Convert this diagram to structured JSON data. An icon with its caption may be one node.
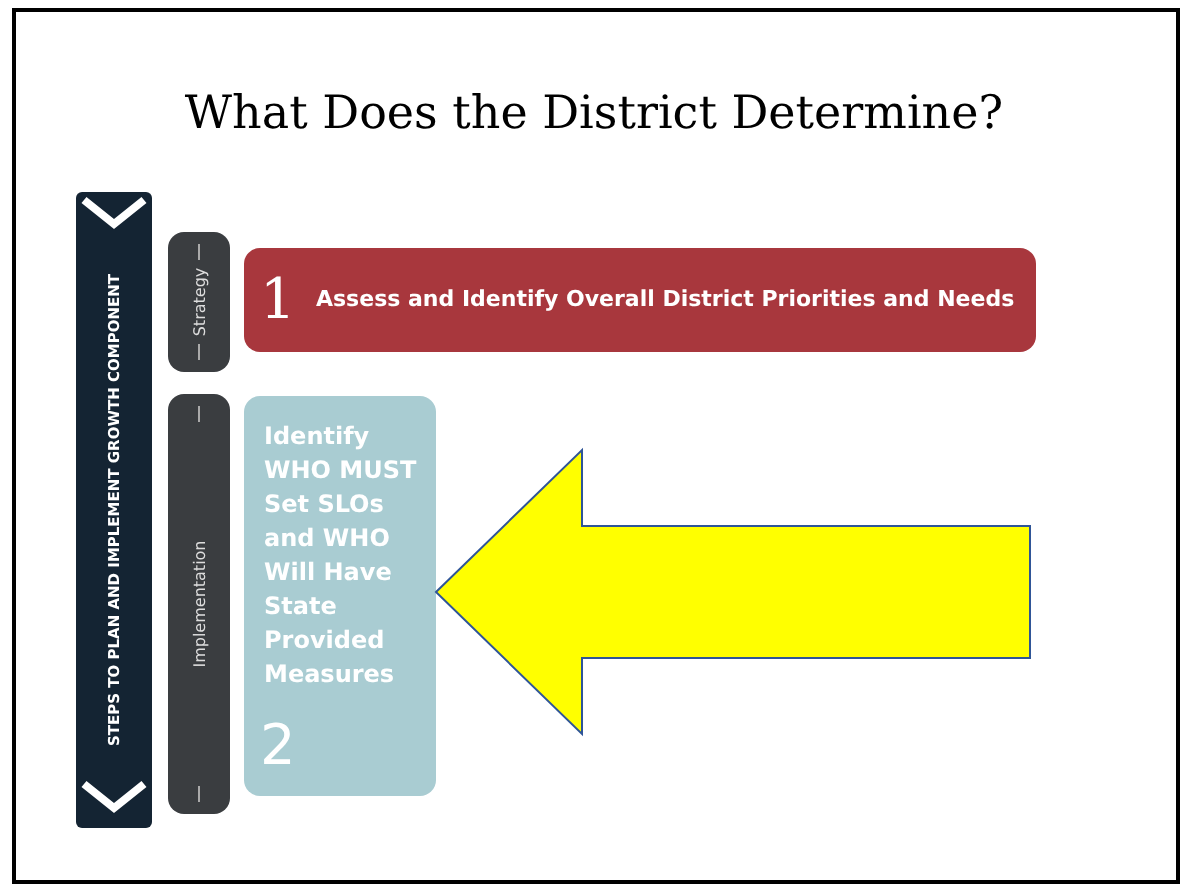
{
  "diagram": {
    "title": "What Does the District Determine?",
    "nodes": [
      {
        "text": [
          "STEPS TO PLAN AND IMPLEMENT GROWTH COMPONENT"
        ]
      },
      {
        "text": [
          "Strategy"
        ]
      },
      {
        "text": [
          "1",
          "Assess and Identify Overall District Priorities and Needs"
        ]
      },
      {
        "text": [
          "Implementation"
        ]
      },
      {
        "text": [
          "Identify WHO MUST Set SLOs and WHO Will Have State Provided Measures",
          "2"
        ]
      }
    ],
    "edges": [
      {
        "from": null,
        "to": 4,
        "arrow": "to",
        "color": "#ffff00"
      }
    ]
  }
}
